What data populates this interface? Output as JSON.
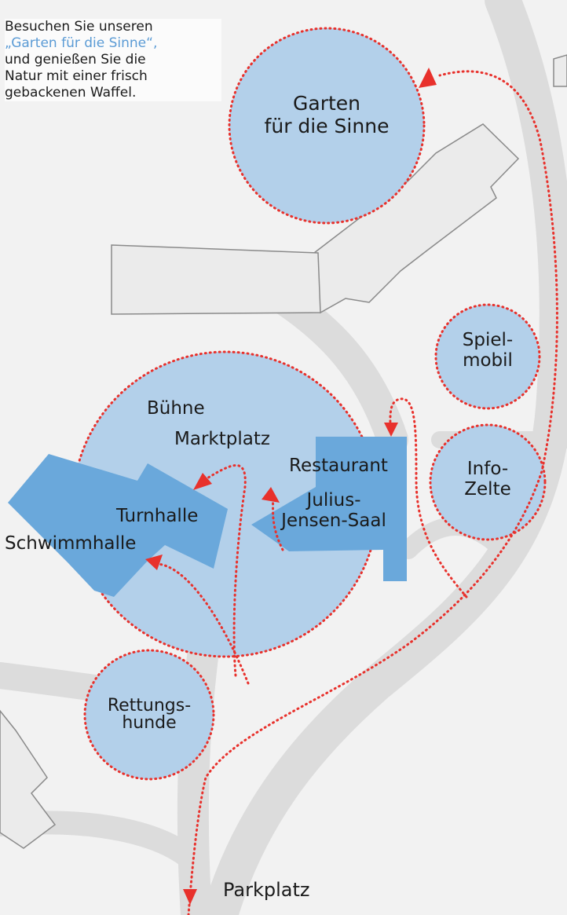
{
  "intro": {
    "line1": "Besuchen Sie unseren",
    "highlight": "„Garten für die Sinne“,",
    "line3": "und genießen Sie die",
    "line4": "Natur mit einer frisch",
    "line5": "gebackenen Waffel."
  },
  "labels": {
    "garten_line1": "Garten",
    "garten_line2": "für die Sinne",
    "spielmobil_line1": "Spiel-",
    "spielmobil_line2": "mobil",
    "info_line1": "Info-",
    "info_line2": "Zelte",
    "buehne": "Bühne",
    "marktplatz": "Marktplatz",
    "restaurant": "Restaurant",
    "julius_line1": "Julius-",
    "julius_line2": "Jensen-Saal",
    "turnhalle": "Turnhalle",
    "schwimmhalle": "Schwimmhalle",
    "rettung_line1": "Rettungs-",
    "rettung_line2": "hunde",
    "parkplatz": "Parkplatz"
  },
  "colors": {
    "zone_fill": "#b3d0ea",
    "building_fill": "#6aa8db",
    "route": "#e8312c",
    "road": "#d9d9d9",
    "outline_building": "#8a8a8a",
    "highlight_text": "#5b9bd5"
  }
}
